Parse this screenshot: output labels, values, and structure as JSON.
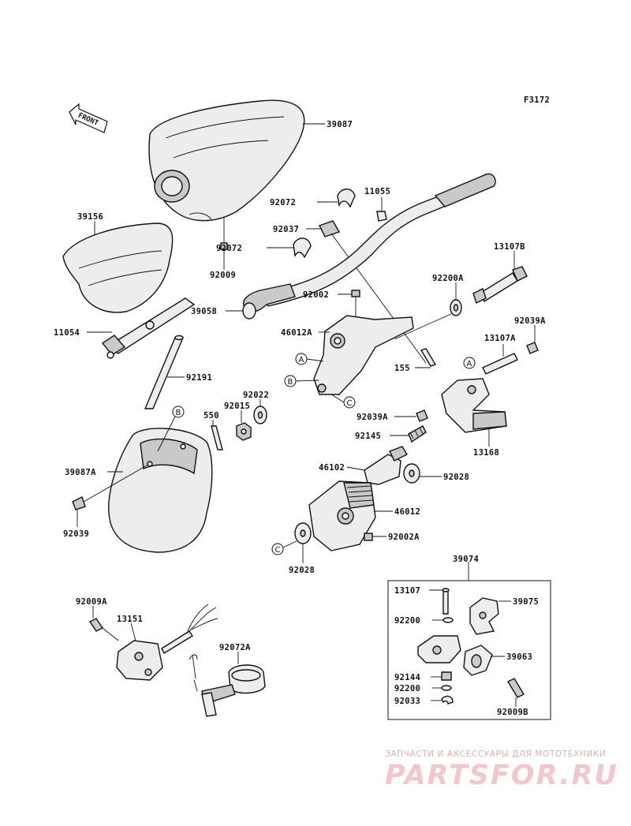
{
  "figure_code": "F3172",
  "front_label": "FRONT",
  "labels": {
    "l39087": "39087",
    "l39156": "39156",
    "l92009": "92009",
    "l11054": "11054",
    "l92191": "92191",
    "l92072a1": "92072",
    "l92072a2": "92072",
    "l11055": "11055",
    "l92037": "92037",
    "l39058": "39058",
    "l92002": "92002",
    "l46012A": "46012A",
    "l155": "155",
    "l13107B": "13107B",
    "l92200A": "92200A",
    "l92039A_top": "92039A",
    "l13107A": "13107A",
    "l92022": "92022",
    "l92015": "92015",
    "l550": "550",
    "l92039A": "92039A",
    "l13168": "13168",
    "l92145": "92145",
    "l39087A": "39087A",
    "l92039": "92039",
    "l46102": "46102",
    "l92028a": "92028",
    "l46012": "46012",
    "l92002A": "92002A",
    "l92028b": "92028",
    "l39074": "39074",
    "l13107": "13107",
    "l39075": "39075",
    "l92200a": "92200",
    "l39063": "39063",
    "l92144": "92144",
    "l92200b": "92200",
    "l92033": "92033",
    "l92009B": "92009B",
    "l92009A": "92009A",
    "l13151": "13151",
    "l92072A": "92072A"
  },
  "callouts": {
    "A1": "A",
    "B1": "B",
    "C1": "C",
    "A2": "A",
    "B2": "B",
    "C2": "C"
  },
  "watermark": {
    "line1": "ЗАПЧАСТИ И АКСЕССУАРЫ ДЛЯ МОТОТЕХНИКИ",
    "line2": "PARTSFOR.RU"
  }
}
